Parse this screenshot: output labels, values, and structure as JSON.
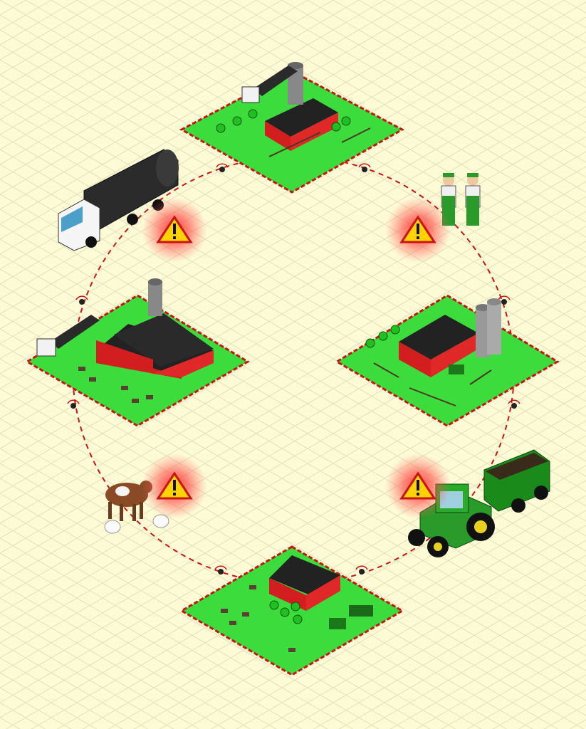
{
  "scene": {
    "background_color": "#fdfbd6",
    "grid_color": "#e6e2b6",
    "plot_color": "#3cdc3c",
    "plot_border_color": "#c81414",
    "barn_color": "#d21e1e",
    "roof_color": "#222222",
    "route_color": "#c81414",
    "warning_color": "#ffd200"
  },
  "farms": [
    {
      "name": "farm-top",
      "features": [
        "milk-truck",
        "silo",
        "barn",
        "trees",
        "fence",
        "animals"
      ]
    },
    {
      "name": "farm-left",
      "features": [
        "milk-truck",
        "silo",
        "barn",
        "fence",
        "cattle"
      ]
    },
    {
      "name": "farm-right",
      "features": [
        "silo",
        "barn",
        "trees",
        "fence",
        "tractor",
        "animals"
      ]
    },
    {
      "name": "farm-bottom",
      "features": [
        "barn",
        "trees",
        "fence",
        "tractor",
        "cattle"
      ]
    }
  ],
  "warnings": [
    {
      "name": "warning-top-left",
      "icon": "warning-icon"
    },
    {
      "name": "warning-top-right",
      "icon": "warning-icon"
    },
    {
      "name": "warning-bottom-left",
      "icon": "warning-icon"
    },
    {
      "name": "warning-bottom-right",
      "icon": "warning-icon"
    }
  ],
  "props": [
    "milk-tanker-truck",
    "farmer-pair",
    "cow-and-chickens",
    "tractor-with-trailer"
  ],
  "sensors": [
    "sensor-icon"
  ]
}
